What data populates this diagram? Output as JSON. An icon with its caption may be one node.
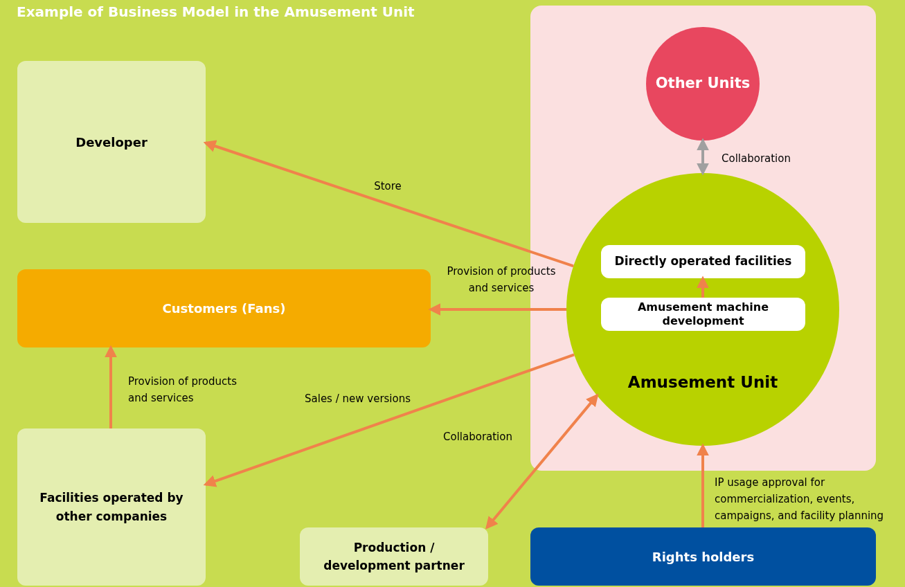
{
  "diagram": {
    "title": "Example of Business Model in the Amusement Unit",
    "nodes": [
      {
        "text": [],
        "shape": "box"
      },
      {
        "text": [
          "Other Units"
        ],
        "in": 0
      },
      {
        "text": [
          "Amusement Unit"
        ],
        "in": 0
      },
      {
        "text": [
          "Directly operated facilities"
        ],
        "in": 2
      },
      {
        "text": [
          "Amusement machine development"
        ],
        "in": 2
      },
      {
        "text": [
          "Developer"
        ]
      },
      {
        "text": [
          "Customers (Fans)"
        ]
      },
      {
        "text": [
          "Facilities operated by other companies"
        ]
      },
      {
        "text": [
          "Production / development partner"
        ]
      },
      {
        "text": [
          "Rights holders"
        ]
      }
    ],
    "edges": [
      {
        "from": 1,
        "to": 2,
        "arrow": "both",
        "label": "Collaboration",
        "color": "#a0a0a0"
      },
      {
        "from": 2,
        "to": 5,
        "arrow": "to",
        "label": "Store"
      },
      {
        "from": 2,
        "to": 6,
        "arrow": "to",
        "label": "Provision of products and services"
      },
      {
        "from": 4,
        "to": 3,
        "arrow": "to"
      },
      {
        "from": 7,
        "to": 6,
        "arrow": "to",
        "label": "Provision of products and services"
      },
      {
        "from": 2,
        "to": 7,
        "arrow": "to",
        "label": "Sales / new versions"
      },
      {
        "from": 8,
        "to": 2,
        "arrow": "both",
        "label": "Collaboration"
      },
      {
        "from": 9,
        "to": 2,
        "arrow": "to",
        "label": "IP usage approval for commercialization, events, campaigns, and facility planning"
      }
    ]
  }
}
